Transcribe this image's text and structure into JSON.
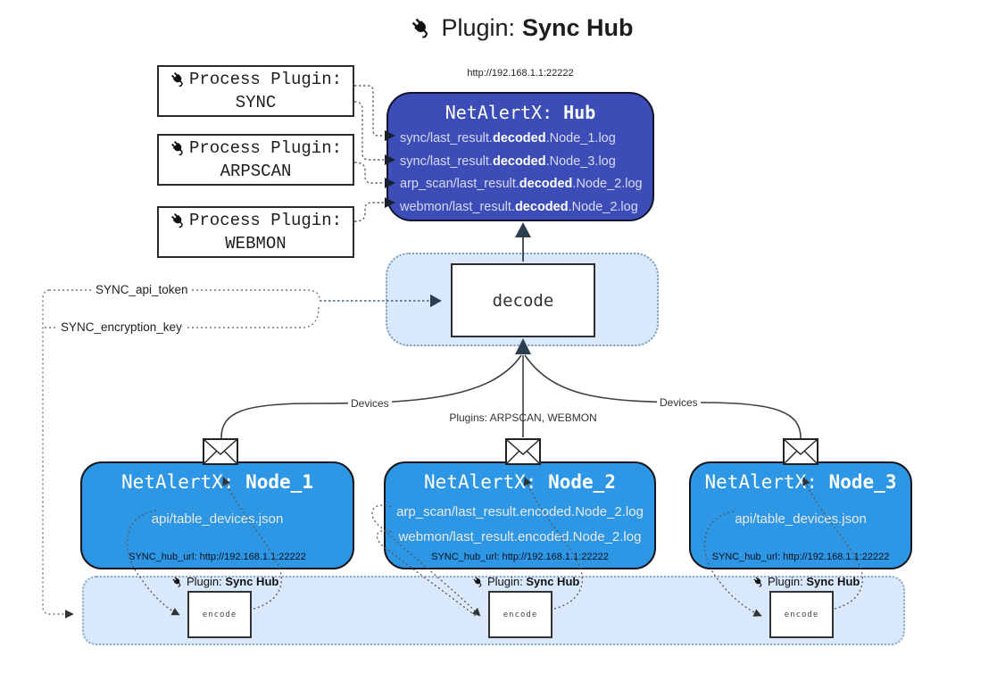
{
  "page_title": {
    "prefix": "Plugin:",
    "bold": "Sync Hub"
  },
  "hub": {
    "url": "http://192.168.1.1:22222",
    "title_prefix": "NetAlertX: ",
    "title_bold": "Hub",
    "log_lines": [
      {
        "pre": "sync/last_result.",
        "bold": "decoded",
        "post": ".Node_1.log"
      },
      {
        "pre": "sync/last_result.",
        "bold": "decoded",
        "post": ".Node_3.log"
      },
      {
        "pre": "arp_scan/last_result.",
        "bold": "decoded",
        "post": ".Node_2.log"
      },
      {
        "pre": "webmon/last_result.",
        "bold": "decoded",
        "post": ".Node_2.log"
      }
    ]
  },
  "process_plugins": [
    {
      "label": "Process Plugin:",
      "name": "SYNC"
    },
    {
      "label": "Process Plugin:",
      "name": "ARPSCAN"
    },
    {
      "label": "Process Plugin:",
      "name": "WEBMON"
    }
  ],
  "decode_box": {
    "label": "decode"
  },
  "connector_labels": {
    "sync_api_token": "SYNC_api_token",
    "sync_encryption_key": "SYNC_encryption_key",
    "devices_left": "Devices",
    "devices_right": "Devices",
    "plugins_middle": "Plugins: ARPSCAN, WEBMON"
  },
  "nodes": [
    {
      "title_prefix": "NetAlertX: ",
      "title_bold": "Node_1",
      "files": [
        "api/table_devices.json"
      ],
      "hub_url": "SYNC_hub_url: http://192.168.1.1:22222"
    },
    {
      "title_prefix": "NetAlertX: ",
      "title_bold": "Node_2",
      "files": [
        "arp_scan/last_result.encoded.Node_2.log",
        "webmon/last_result.encoded.Node_2.log"
      ],
      "hub_url": "SYNC_hub_url: http://192.168.1.1:22222"
    },
    {
      "title_prefix": "NetAlertX: ",
      "title_bold": "Node_3",
      "files": [
        "api/table_devices.json"
      ],
      "hub_url": "SYNC_hub_url: http://192.168.1.1:22222"
    }
  ],
  "encode_strip": {
    "plugin_label_prefix": "Plugin: ",
    "plugin_label_bold": "Sync Hub",
    "encode_label": "encode"
  },
  "colors": {
    "hub_fill": "#3d4db7",
    "node_fill": "#2d97e5",
    "panel_fill": "#d9e8fa",
    "accent_dark": "#2c3e50"
  }
}
